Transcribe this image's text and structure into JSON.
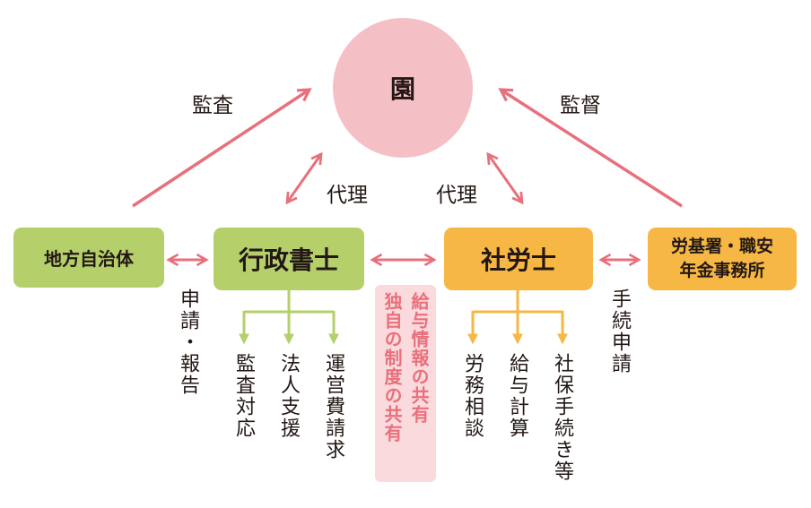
{
  "center": {
    "label": "園"
  },
  "arrows": {
    "left_label": "監査",
    "right_label": "監督",
    "proxy_left": "代理",
    "proxy_right": "代理"
  },
  "nodes": {
    "local_gov": "地方自治体",
    "gyosei": "行政書士",
    "sharoushi": "社労士",
    "labor_office_line1": "労基署・職安",
    "labor_office_line2": "年金事務所"
  },
  "side_labels": {
    "apply_report": "申請・報告",
    "procedure_apply": "手続申請"
  },
  "gyosei_tasks": [
    "監査対応",
    "法人支援",
    "運営費請求"
  ],
  "sharoushi_tasks": [
    "労務相談",
    "給与計算",
    "社保手続き等"
  ],
  "shared_info": {
    "line1": "給与情報の共有",
    "line2": "独自の制度の共有"
  },
  "colors": {
    "pink": "#e8707c",
    "pink_light": "#f5bfc6",
    "green": "#b5cf6b",
    "orange": "#f7b744"
  }
}
